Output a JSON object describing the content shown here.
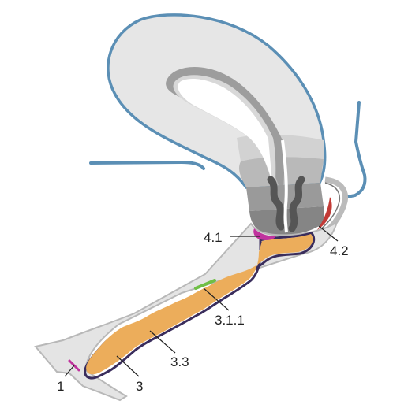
{
  "labels": {
    "l1": "1",
    "l3": "3",
    "l33": "3.3",
    "l311": "3.1.1",
    "l41": "4.1",
    "l42": "4.2"
  },
  "colors": {
    "outline_blue": "#5b8fb5",
    "tissue_light": "#e4e4e4",
    "tissue_mid": "#c4c4c4",
    "tissue_dark": "#8f8f8f",
    "lesion_orange": "#ecad5b",
    "epithelium_dark": "#3a2d5c",
    "magenta": "#c0339e",
    "red": "#c23a36",
    "green": "#6fbf45"
  }
}
